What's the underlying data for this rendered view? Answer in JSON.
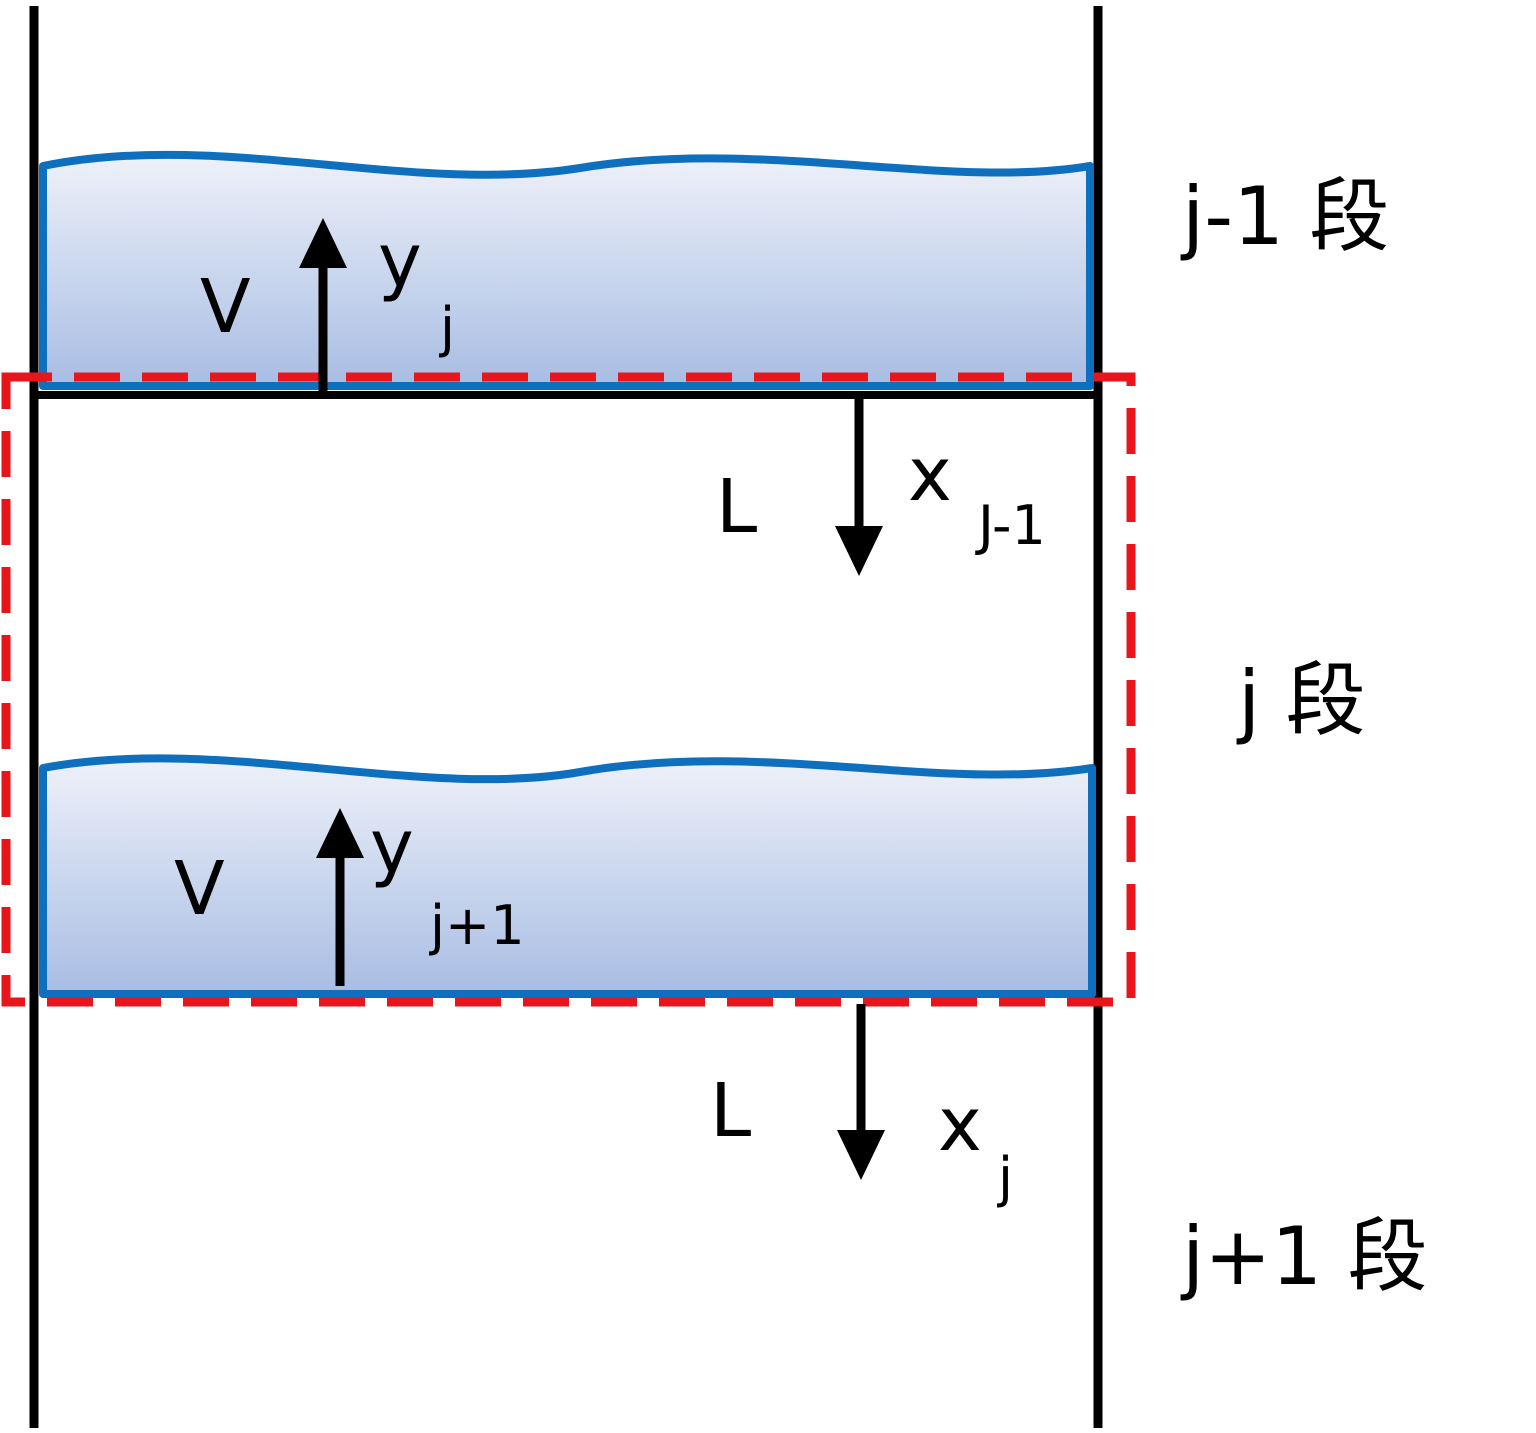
{
  "colors": {
    "wall": "#000000",
    "liquid_outline": "#0f6fbf",
    "liquid_fill_top": "#eef1f9",
    "liquid_fill_bottom": "#a8bde3",
    "control_volume": "#e8161b",
    "arrow": "#000000"
  },
  "upper_tray": {
    "vapor_label": "V",
    "vapor_symbol": "y",
    "vapor_subscript": "j",
    "liquid_label": "L",
    "liquid_symbol": "x",
    "liquid_subscript": "J-1"
  },
  "lower_tray": {
    "vapor_label": "V",
    "vapor_symbol": "y",
    "vapor_subscript": "j+1",
    "liquid_label": "L",
    "liquid_symbol": "x",
    "liquid_subscript": "j"
  },
  "stages": {
    "above": "j-1 段",
    "current": "j 段",
    "below": "j+1 段"
  }
}
